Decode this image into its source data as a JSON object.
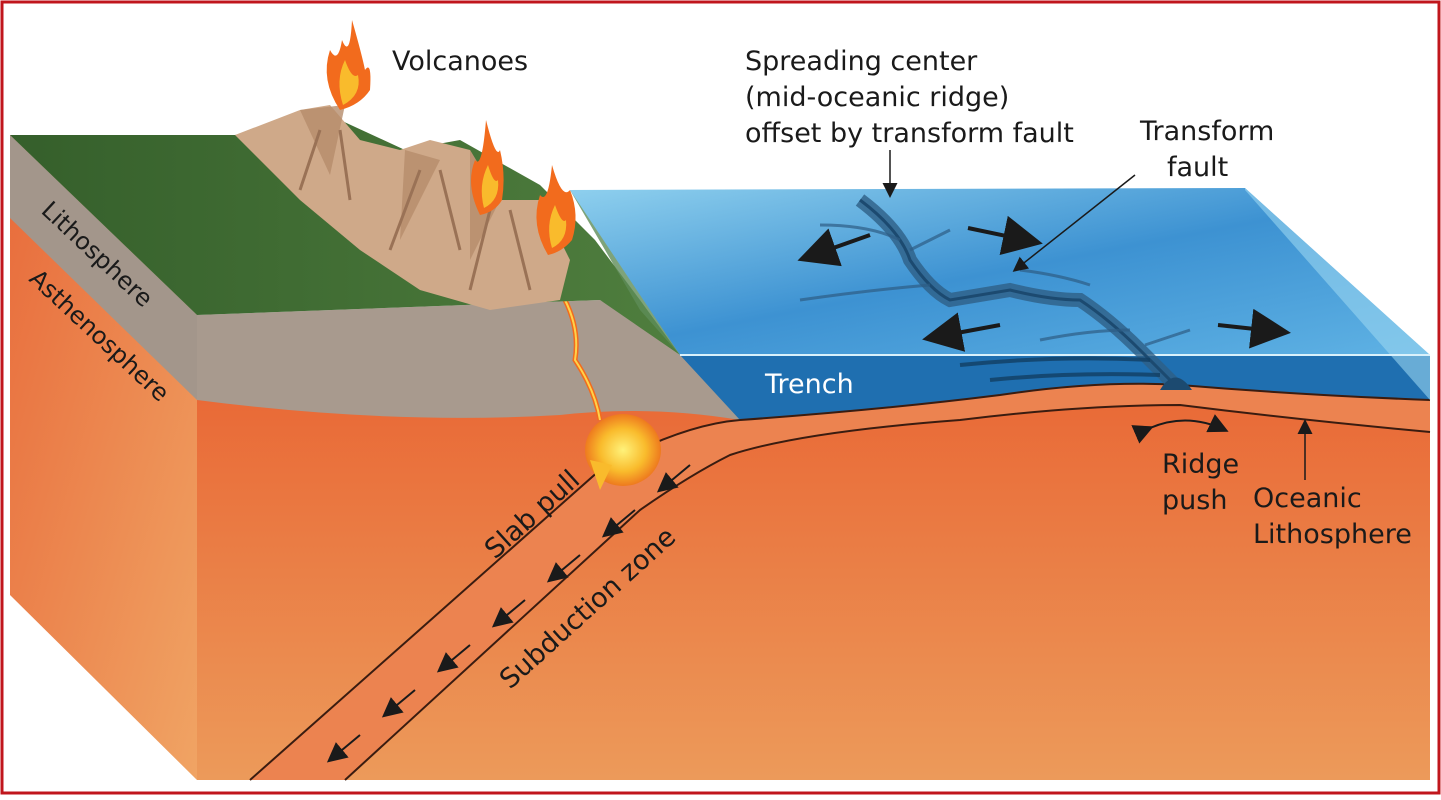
{
  "labels": {
    "volcanoes": "Volcanoes",
    "spreading_center": [
      "Spreading center",
      "(mid-oceanic ridge)",
      "offset by transform fault"
    ],
    "transform_fault": [
      "Transform",
      "fault"
    ],
    "lithosphere": "Lithosphere",
    "asthenosphere": "Asthenosphere",
    "trench": "Trench",
    "ridge_push": [
      "Ridge",
      "push"
    ],
    "oceanic_lithosphere": [
      "Oceanic",
      "Lithosphere"
    ],
    "slab_pull": "Slab pull",
    "subduction_zone": "Subduction zone"
  },
  "colors": {
    "frame": "#c0161c",
    "asthenosphere": "#e8743c",
    "continental_crust": "#a89a8e",
    "land": "#3f6b34",
    "ocean_surface": "#58aee0",
    "ocean_side": "#1f6fb0",
    "magma": "#f7b531",
    "lava": "#f26b1d"
  }
}
